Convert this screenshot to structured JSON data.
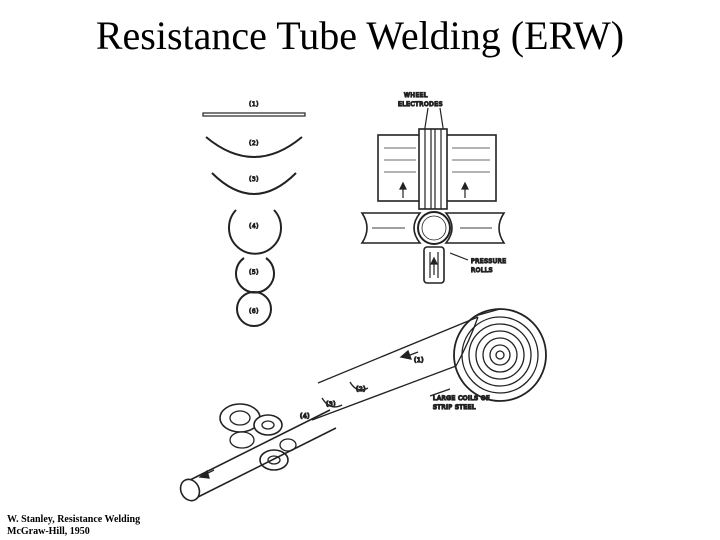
{
  "title": "Resistance Tube Welding (ERW)",
  "credit": {
    "line1": "W. Stanley, Resistance Welding",
    "line2": "McGraw-Hill, 1950"
  },
  "diagram": {
    "stages": [
      "(1)",
      "(2)",
      "(3)",
      "(4)",
      "(5)",
      "(6)"
    ],
    "electrodes_label": [
      "WHEEL",
      "ELECTRODES"
    ],
    "rolls_label": [
      "PRESSURE",
      "ROLLS"
    ],
    "coil_label": [
      "LARGE COILS OF",
      "STRIP STEEL"
    ],
    "mill_stages": [
      "(1)",
      "(2)",
      "(3)",
      "(4)"
    ]
  }
}
